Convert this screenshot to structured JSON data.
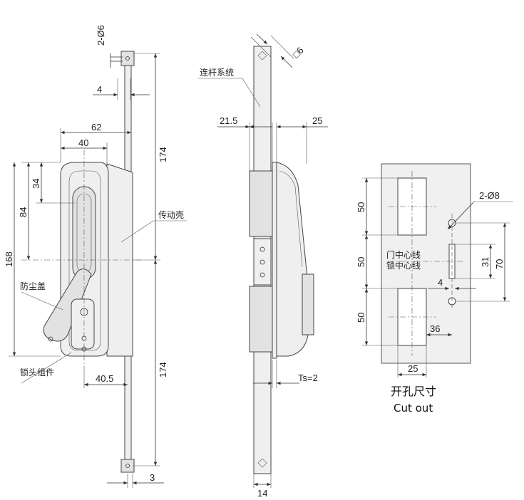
{
  "labels": {
    "linkage": "连杆系统",
    "housing": "传动壳",
    "dust_cover": "防尘盖",
    "lock_assembly": "锁头组件",
    "door_center": "门中心线",
    "lock_center": "锁中心线",
    "cutout_cn": "开孔尺寸",
    "cutout_en": "Cut out"
  },
  "dims": {
    "holes_left": "2-Ø6",
    "d4_top": "4",
    "d62": "62",
    "d40": "40",
    "d174_top": "174",
    "d34": "34",
    "d84": "84",
    "d168": "168",
    "d40_5": "40.5",
    "d174_bottom": "174",
    "d3": "3",
    "sq6": "□6",
    "d21_5": "21.5",
    "d25_side": "25",
    "ts": "Ts=2",
    "d14": "14",
    "holes_right": "2-Ø8",
    "d50_a": "50",
    "d50_b": "50",
    "d50_c": "50",
    "d31": "31",
    "d70": "70",
    "d4_cut": "4",
    "d36": "36",
    "d25_cut": "25"
  }
}
